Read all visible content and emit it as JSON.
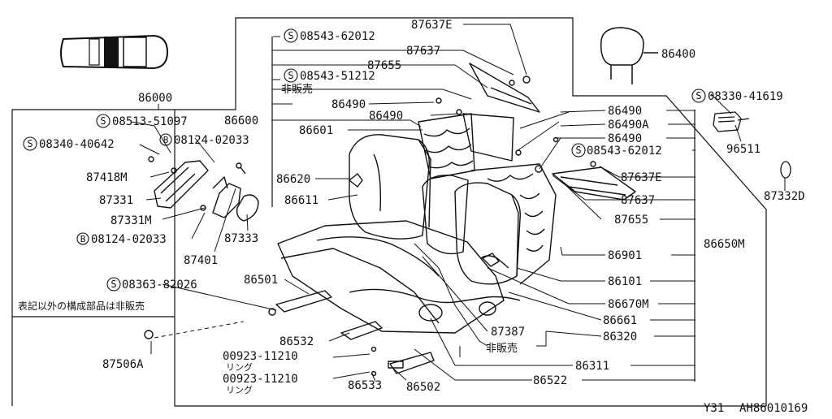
{
  "parts": {
    "p86000": "86000",
    "p08513": "08513-51097",
    "p08340": "08340-40642",
    "p08124a": "08124-02033",
    "p87418m": "87418M",
    "p87331": "87331",
    "p87331m": "87331M",
    "p08124b": "08124-02033",
    "p87401": "87401",
    "p87333": "87333",
    "p86600": "86600",
    "p86601": "86601",
    "p86620": "86620",
    "p86611": "86611",
    "p87637e_top": "87637E",
    "p08543_a": "08543-62012",
    "p87637_top": "87637",
    "p87655_top": "87655",
    "p08543_b": "08543-51212",
    "hihanbai_top": "非販売",
    "p86490_a": "86490",
    "p86490_b": "86490",
    "p86400": "86400",
    "p08330": "08330-41619",
    "p96511": "96511",
    "p87332d": "87332D",
    "p86490_c": "86490",
    "p86490a": "86490A",
    "p86490_d": "86490",
    "p08543_c": "08543-62012",
    "p87637e_r": "87637E",
    "p87637_r": "87637",
    "p87655_r": "87655",
    "p86650m": "86650M",
    "p86901": "86901",
    "p86101": "86101",
    "p86670m": "86670M",
    "p86661": "86661",
    "p87387": "87387",
    "p86320": "86320",
    "hihanbai_mid": "非販売",
    "p86311": "86311",
    "p86522": "86522",
    "p86502": "86502",
    "p86533": "86533",
    "p00923_a": "00923-11210",
    "ring_a": "リング",
    "p00923_b": "00923-11210",
    "ring_b": "リング",
    "p86532": "86532",
    "p86501": "86501",
    "p08363": "08363-82026",
    "p87506a": "87506A",
    "note": "表記以外の構成部品は非販売"
  },
  "footer": {
    "model": "Y31",
    "code": "AH86010169"
  },
  "symbols": {
    "s": "S",
    "b": "B"
  }
}
